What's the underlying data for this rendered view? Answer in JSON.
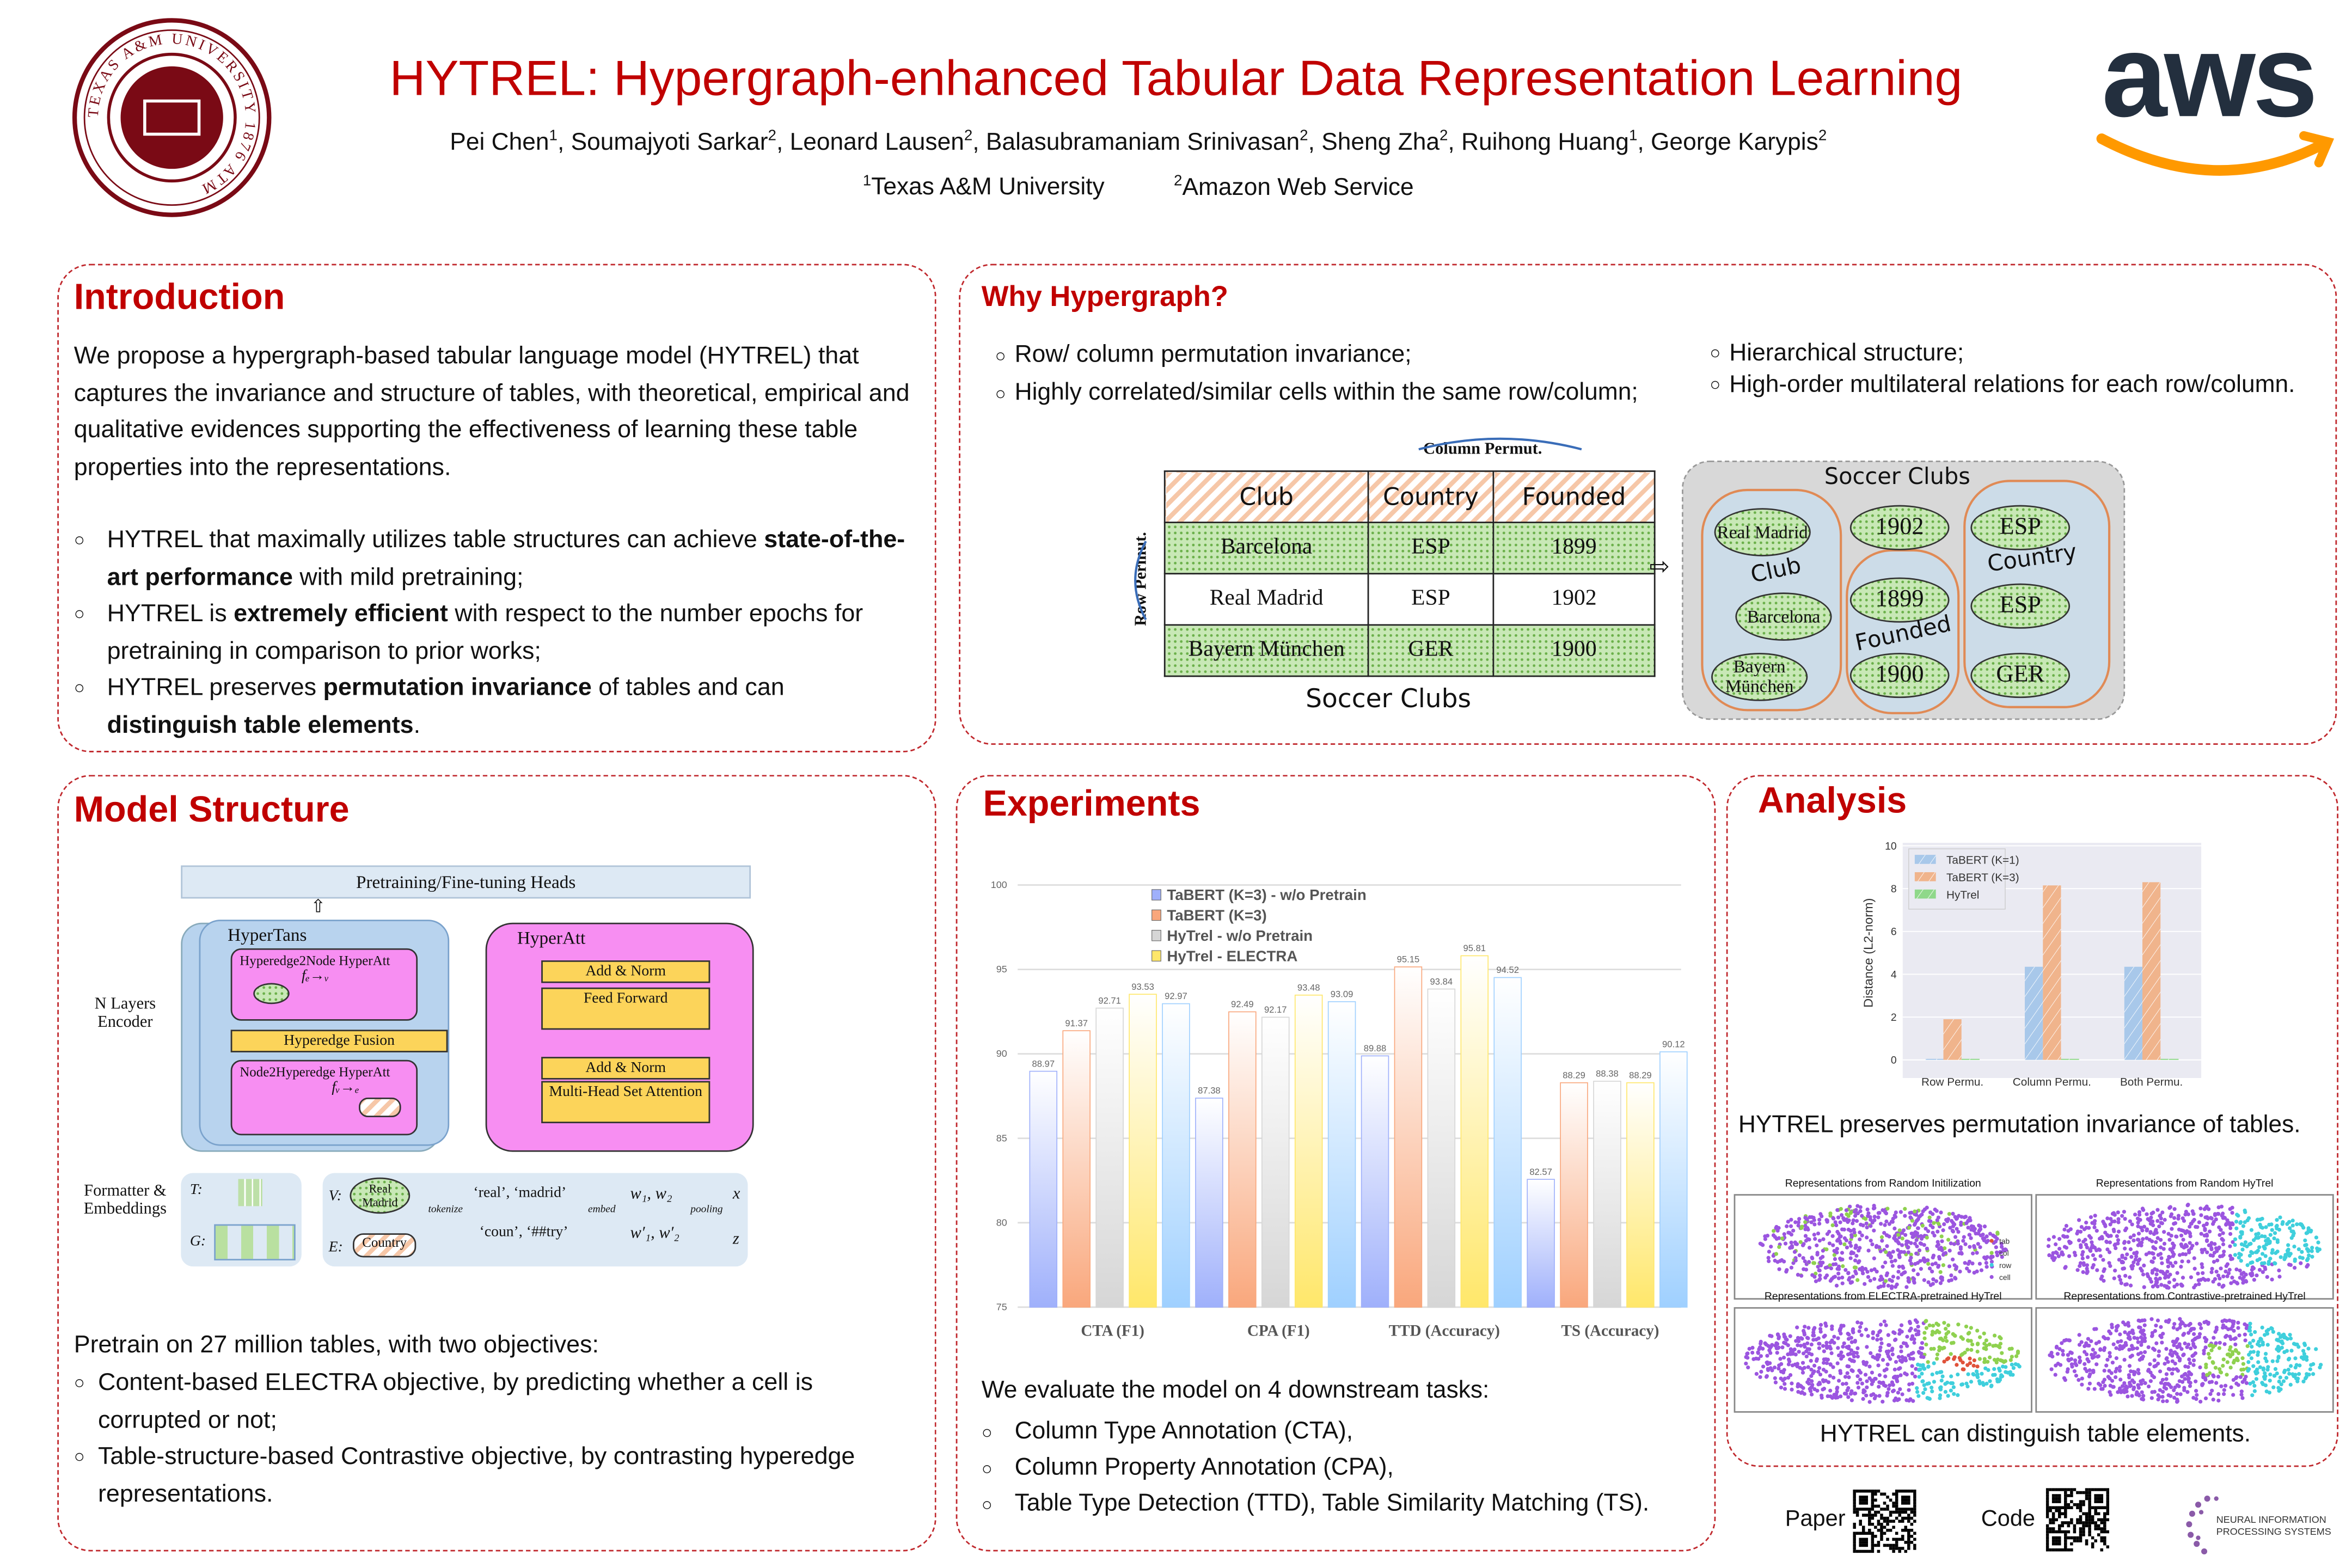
{
  "header": {
    "title": "HYTREL: Hypergraph-enhanced Tabular Data Representation Learning",
    "authors": [
      {
        "name": "Pei Chen",
        "aff": "1"
      },
      {
        "name": "Soumajyoti Sarkar",
        "aff": "2"
      },
      {
        "name": "Leonard Lausen",
        "aff": "2"
      },
      {
        "name": "Balasubramaniam Srinivasan",
        "aff": "2"
      },
      {
        "name": "Sheng Zha",
        "aff": "2"
      },
      {
        "name": "Ruihong Huang",
        "aff": "1"
      },
      {
        "name": "George Karypis",
        "aff": "2"
      }
    ],
    "affiliations": [
      {
        "num": "1",
        "name": "Texas A&M University"
      },
      {
        "num": "2",
        "name": "Amazon Web Service"
      }
    ],
    "tamu_logo_text": "TEXAS A&M UNIVERSITY 1876 ATM",
    "aws_logo_text": "aws",
    "colors": {
      "title": "#c00000",
      "border": "#c0282d"
    }
  },
  "intro": {
    "title": "Introduction",
    "paragraph": "We propose a hypergraph-based tabular language model (HYTREL) that captures the invariance and structure of tables, with theoretical, empirical and qualitative evidences supporting the effectiveness of learning these table properties into the representations.",
    "bullets": [
      {
        "pre": "HYTREL that maximally utilizes table structures can achieve ",
        "bold": "state-of-the-art performance",
        "post": " with mild pretraining;",
        "bold2": "",
        "post2": ""
      },
      {
        "pre": "HYTREL is ",
        "bold": "extremely efficient",
        "post": " with respect to the number epochs for pretraining in comparison to prior works;",
        "bold2": "",
        "post2": ""
      },
      {
        "pre": "HYTREL preserves ",
        "bold": "permutation invariance",
        "post": " of tables and can ",
        "bold2": "distinguish table elements",
        "post2": "."
      }
    ]
  },
  "why": {
    "title": "Why Hypergraph?",
    "left_bullets": [
      "Row/ column permutation invariance;",
      "Highly correlated/similar cells within the same row/column;"
    ],
    "right_bullets": [
      "Hierarchical structure;",
      "High-order multilateral relations for each row/column."
    ],
    "table": {
      "column_permut_label": "Column Permut.",
      "row_permut_label": "Row Permut.",
      "headers": [
        "Club",
        "Country",
        "Founded"
      ],
      "rows": [
        [
          "Barcelona",
          "ESP",
          "1899"
        ],
        [
          "Real Madrid",
          "ESP",
          "1902"
        ],
        [
          "Bayern München",
          "GER",
          "1900"
        ]
      ],
      "caption": "Soccer Clubs"
    },
    "hypergraph": {
      "title": "Soccer Clubs",
      "nodes": [
        "Real Madrid",
        "Barcelona",
        "Bayern München",
        "1902",
        "1899",
        "1900",
        "ESP",
        "ESP",
        "GER"
      ],
      "edge_labels": [
        "Club",
        "Founded",
        "Country"
      ]
    }
  },
  "model": {
    "title": "Model Structure",
    "diagram": {
      "heads": "Pretraining/Fine-tuning Heads",
      "n_layers": "N Layers Encoder",
      "hypertans": "HyperTans",
      "h2n": "Hyperedge2Node HyperAtt",
      "f_e2v": "fₑ→ᵥ",
      "fusion": "Hyperedge Fusion",
      "n2h": "Node2Hyperedge HyperAtt",
      "f_v2e": "fᵥ→ₑ",
      "hyperatt": "HyperAtt",
      "add_norm": "Add & Norm",
      "ffn": "Feed Forward",
      "mhsa": "Multi-Head Set Attention",
      "formatter": "Formatter & Embeddings",
      "t_label": "T:",
      "g_label": "G:",
      "v_label": "V:",
      "e_label": "E:",
      "node_real_madrid": "Real Madrid",
      "edge_country": "Country",
      "tok_v": "‘real’, ‘madrid’",
      "tok_e": "‘coun’, ‘##try’",
      "w_v": "w₁, w₂",
      "w_e": "w′₁, w′₂",
      "x": "x",
      "z": "z",
      "tokenize": "tokenize",
      "embed": "embed",
      "pooling": "pooling"
    },
    "pretrain_intro": "Pretrain on 27 million tables, with two objectives:",
    "bullets": [
      "Content-based ELECTRA objective, by predicting whether a cell is corrupted or not;",
      "Table-structure-based Contrastive objective, by contrasting hyperedge representations."
    ]
  },
  "experiments": {
    "title": "Experiments",
    "intro": "We evaluate the model on 4 downstream tasks:",
    "bullets": [
      "Column Type Annotation (CTA),",
      "Column Property Annotation (CPA),",
      "Table Type Detection (TTD), Table Similarity Matching (TS)."
    ]
  },
  "analysis": {
    "title": "Analysis",
    "caption1": "HYTREL preserves permutation invariance of tables.",
    "scatter_titles": [
      "Representations from Random Initilization",
      "Representations from Random HyTrel",
      "Representations from ELECTRA-pretrained HyTrel",
      "Representations from Contrastive-pretrained HyTrel"
    ],
    "scatter_legend": [
      "tab",
      "col",
      "row",
      "cell"
    ],
    "scatter_colors": [
      "#e0523a",
      "#8fd14f",
      "#3fcfdc",
      "#9b55e0"
    ],
    "caption2": "HYTREL can distinguish table elements."
  },
  "footer": {
    "paper_label": "Paper",
    "code_label": "Code",
    "neurips_line1": "NEURAL INFORMATION",
    "neurips_line2": "PROCESSING SYSTEMS"
  },
  "chart_data": [
    {
      "type": "bar",
      "title": "",
      "categories": [
        "CTA (F1)",
        "CPA (F1)",
        "TTD (Accuracy)",
        "TS (Accuracy)"
      ],
      "series": [
        {
          "name": "TaBERT (K=3) - w/o Pretrain",
          "color": "#9fb0fb",
          "values": [
            88.97,
            87.38,
            89.88,
            82.57
          ]
        },
        {
          "name": "TaBERT (K=3)",
          "color": "#f9a77c",
          "values": [
            91.37,
            92.49,
            95.15,
            88.29
          ]
        },
        {
          "name": "HyTrel - w/o Pretrain",
          "color": "#d6d6d6",
          "values": [
            92.71,
            92.17,
            93.84,
            88.38
          ]
        },
        {
          "name": "HyTrel - ELECTRA",
          "color": "#ffe76a",
          "values": [
            93.53,
            93.48,
            95.81,
            88.29
          ]
        },
        {
          "name": "",
          "color": "#9fd0ff",
          "values": [
            92.97,
            93.09,
            94.52,
            90.12
          ]
        }
      ],
      "ylim": [
        75,
        100
      ],
      "yticks": [
        75,
        80,
        85,
        90,
        95,
        100
      ],
      "xlabel": "",
      "ylabel": "",
      "grid": true,
      "legend": "top-left"
    },
    {
      "type": "bar",
      "categories": [
        "Row Permu.",
        "Column Permu.",
        "Both Permu."
      ],
      "series": [
        {
          "name": "TaBERT (K=1)",
          "color": "#a8c8ea",
          "values": [
            0.05,
            4.35,
            4.35
          ]
        },
        {
          "name": "TaBERT (K=3)",
          "color": "#f0b48c",
          "values": [
            1.9,
            8.15,
            8.3
          ]
        },
        {
          "name": "HyTrel",
          "color": "#8fd88a",
          "values": [
            0.05,
            0.05,
            0.05
          ]
        }
      ],
      "ylim": [
        0,
        10
      ],
      "yticks": [
        0,
        2,
        4,
        6,
        8,
        10
      ],
      "xlabel": "",
      "ylabel": "Distance (L2-norm)",
      "grid": true,
      "legend": "top-left"
    }
  ]
}
